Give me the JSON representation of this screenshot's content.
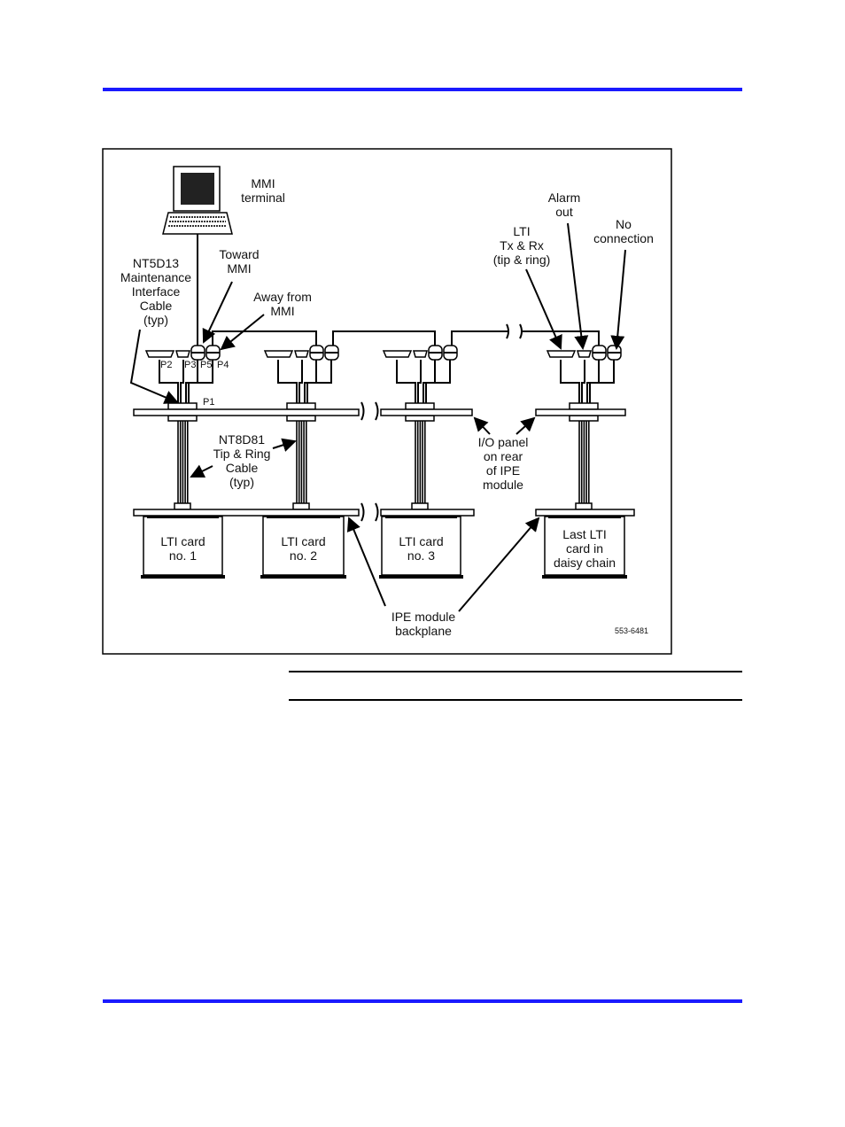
{
  "diagram": {
    "labels": {
      "mmi_terminal": [
        "MMI",
        "terminal"
      ],
      "nt5d13": [
        "NT5D13",
        "Maintenance",
        "Interface",
        "Cable",
        "(typ)"
      ],
      "toward_mmi": [
        "Toward",
        "MMI"
      ],
      "away_from_mmi": [
        "Away from",
        "MMI"
      ],
      "lti_txrx": [
        "LTI",
        "Tx & Rx",
        "(tip & ring)"
      ],
      "alarm_out": [
        "Alarm",
        "out"
      ],
      "no_connection": [
        "No",
        "connection"
      ],
      "ports": {
        "p2": "P2",
        "p3": "P3",
        "p5": "P5",
        "p4": "P4",
        "p1": "P1"
      },
      "nt8d81": [
        "NT8D81",
        "Tip & Ring",
        "Cable",
        "(typ)"
      ],
      "io_panel": [
        "I/O panel",
        "on rear",
        "of IPE",
        "module"
      ],
      "backplane": [
        "IPE module",
        "backplane"
      ],
      "figure_id": "553-6481"
    },
    "cards": [
      [
        "LTI card",
        "no. 1"
      ],
      [
        "LTI card",
        "no. 2"
      ],
      [
        "LTI card",
        "no. 3"
      ],
      [
        "Last LTI",
        "card in",
        "daisy chain"
      ]
    ]
  }
}
